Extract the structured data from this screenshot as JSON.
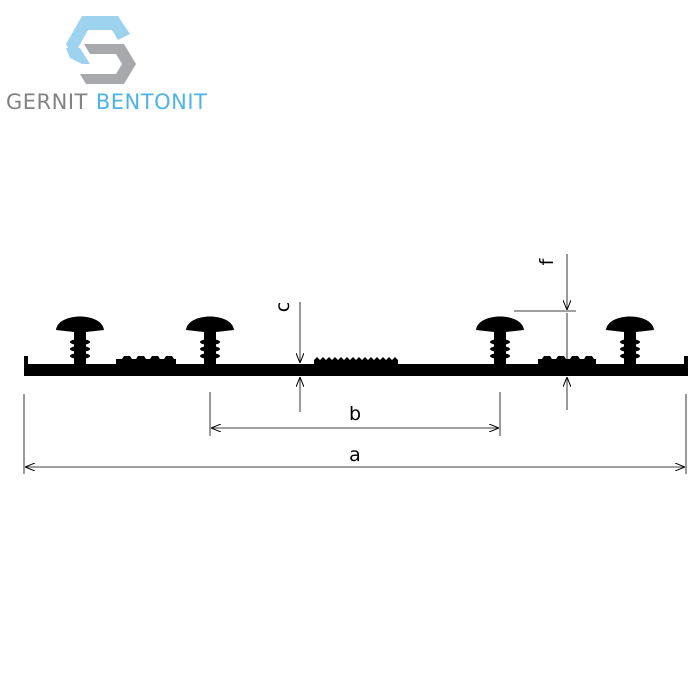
{
  "brand": {
    "word1": "GERNIT",
    "word2": "BENTONIT",
    "logo_icon": "hexagon-s-logo",
    "colors": {
      "grey": "#808285",
      "blue": "#4fb3e8"
    }
  },
  "dimensions": {
    "a": "a",
    "b": "b",
    "c": "c",
    "f": "f"
  }
}
